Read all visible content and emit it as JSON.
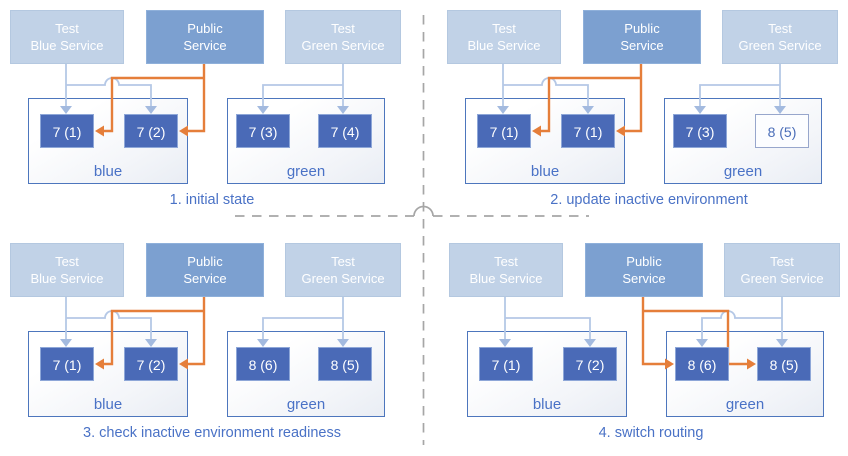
{
  "diagram": {
    "services": {
      "test_blue": {
        "line1": "Test",
        "line2": "Blue Service"
      },
      "public": {
        "line1": "Public",
        "line2": "Service"
      },
      "test_green": {
        "line1": "Test",
        "line2": "Green Service"
      }
    },
    "quadrants": [
      {
        "caption": "1. initial state",
        "blue": {
          "label": "blue",
          "pods": [
            "7 (1)",
            "7 (2)"
          ]
        },
        "green": {
          "label": "green",
          "pods": [
            "7 (3)",
            "7 (4)"
          ]
        },
        "public_route": "blue"
      },
      {
        "caption": "2. update inactive environment",
        "blue": {
          "label": "blue",
          "pods": [
            "7 (1)",
            "7 (1)"
          ]
        },
        "green": {
          "label": "green",
          "pods": [
            "7 (3)",
            "8 (5)"
          ]
        },
        "ghost_pod": "green pod 2",
        "public_route": "blue"
      },
      {
        "caption": "3. check inactive environment readiness",
        "blue": {
          "label": "blue",
          "pods": [
            "7 (1)",
            "7 (2)"
          ]
        },
        "green": {
          "label": "green",
          "pods": [
            "8 (6)",
            "8 (5)"
          ]
        },
        "public_route": "blue"
      },
      {
        "caption": "4. switch routing",
        "blue": {
          "label": "blue",
          "pods": [
            "7 (1)",
            "7 (2)"
          ]
        },
        "green": {
          "label": "green",
          "pods": [
            "8 (6)",
            "8 (5)"
          ]
        },
        "public_route": "green"
      }
    ],
    "colors": {
      "pod_fill": "#4a6ab7",
      "public_service_fill": "#7ca0d0",
      "test_service_fill": "#c1d2e7",
      "connector_light": "#b5c8e6",
      "connector_orange": "#e57e3a",
      "env_border": "#4d76bd",
      "accent_text": "#4a72c6",
      "divider_gray": "#a6a6a6"
    }
  }
}
